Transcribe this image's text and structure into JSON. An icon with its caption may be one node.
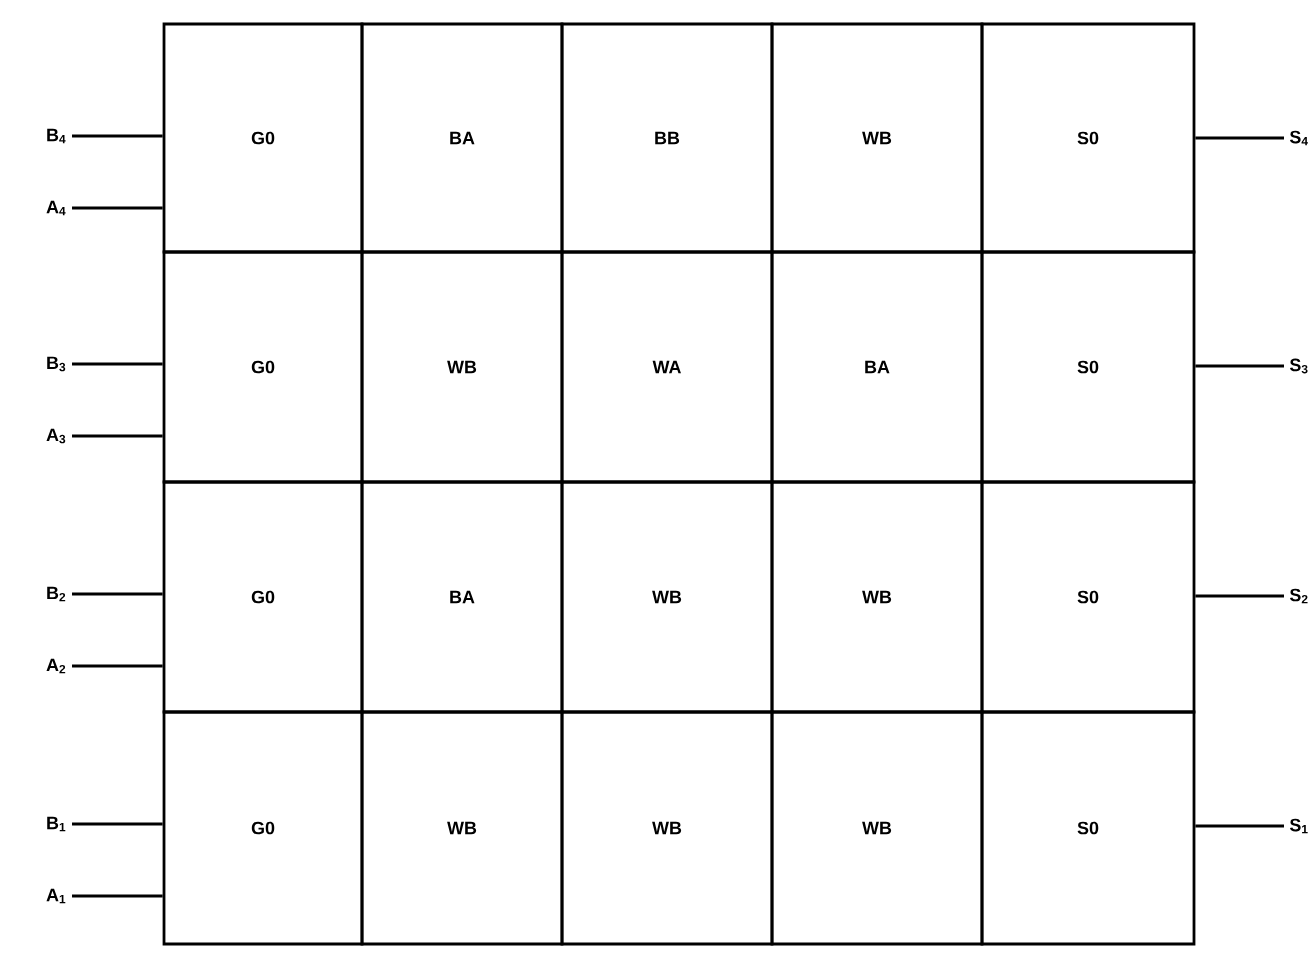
{
  "diagram": {
    "nodes": [
      {
        "text": [
          "B$_{4}$"
        ]
      },
      {
        "text": [
          "A$_{4}$"
        ]
      },
      {
        "text": [
          "G0"
        ]
      },
      {
        "text": [
          "BA"
        ]
      },
      {
        "text": [
          "BB"
        ]
      },
      {
        "text": [
          "WB"
        ]
      },
      {
        "text": [
          "S0"
        ]
      },
      {
        "text": [
          "S$_{4}$"
        ]
      },
      {
        "text": [
          "B$_{3}$"
        ]
      },
      {
        "text": [
          "A$_{3}$"
        ]
      },
      {
        "text": [
          "G0"
        ]
      },
      {
        "text": [
          "WB"
        ]
      },
      {
        "text": [
          "WA"
        ]
      },
      {
        "text": [
          "BA"
        ]
      },
      {
        "text": [
          "S0"
        ]
      },
      {
        "text": [
          "S$_{3}$"
        ]
      },
      {
        "text": [
          "B$_{2}$"
        ]
      },
      {
        "text": [
          "A$_{2}$"
        ]
      },
      {
        "text": [
          "G0"
        ]
      },
      {
        "text": [
          "BA"
        ]
      },
      {
        "text": [
          "WB"
        ]
      },
      {
        "text": [
          "WB"
        ]
      },
      {
        "text": [
          "S0"
        ]
      },
      {
        "text": [
          "S$_{2}$"
        ]
      },
      {
        "text": [
          "B$_{1}$"
        ]
      },
      {
        "text": [
          "A$_{1}$"
        ]
      },
      {
        "text": [
          "G0"
        ]
      },
      {
        "text": [
          "WB"
        ]
      },
      {
        "text": [
          "WB"
        ]
      },
      {
        "text": [
          "WB"
        ]
      },
      {
        "text": [
          "S0"
        ]
      },
      {
        "text": [
          "S$_{1}$"
        ]
      }
    ],
    "edges": [
      {
        "from": 0,
        "to": 2,
        "arrow": "none"
      },
      {
        "from": 1,
        "to": 2,
        "arrow": "none"
      },
      {
        "from": 6,
        "to": 7,
        "arrow": "none"
      },
      {
        "from": 8,
        "to": 10,
        "arrow": "none"
      },
      {
        "from": 9,
        "to": 10,
        "arrow": "none"
      },
      {
        "from": 14,
        "to": 15,
        "arrow": "none"
      },
      {
        "from": 16,
        "to": 18,
        "arrow": "none"
      },
      {
        "from": 17,
        "to": 18,
        "arrow": "none"
      },
      {
        "from": 22,
        "to": 23,
        "arrow": "none"
      },
      {
        "from": 24,
        "to": 26,
        "arrow": "none"
      },
      {
        "from": 25,
        "to": 26,
        "arrow": "none"
      },
      {
        "from": 30,
        "to": 31,
        "arrow": "none"
      }
    ]
  }
}
